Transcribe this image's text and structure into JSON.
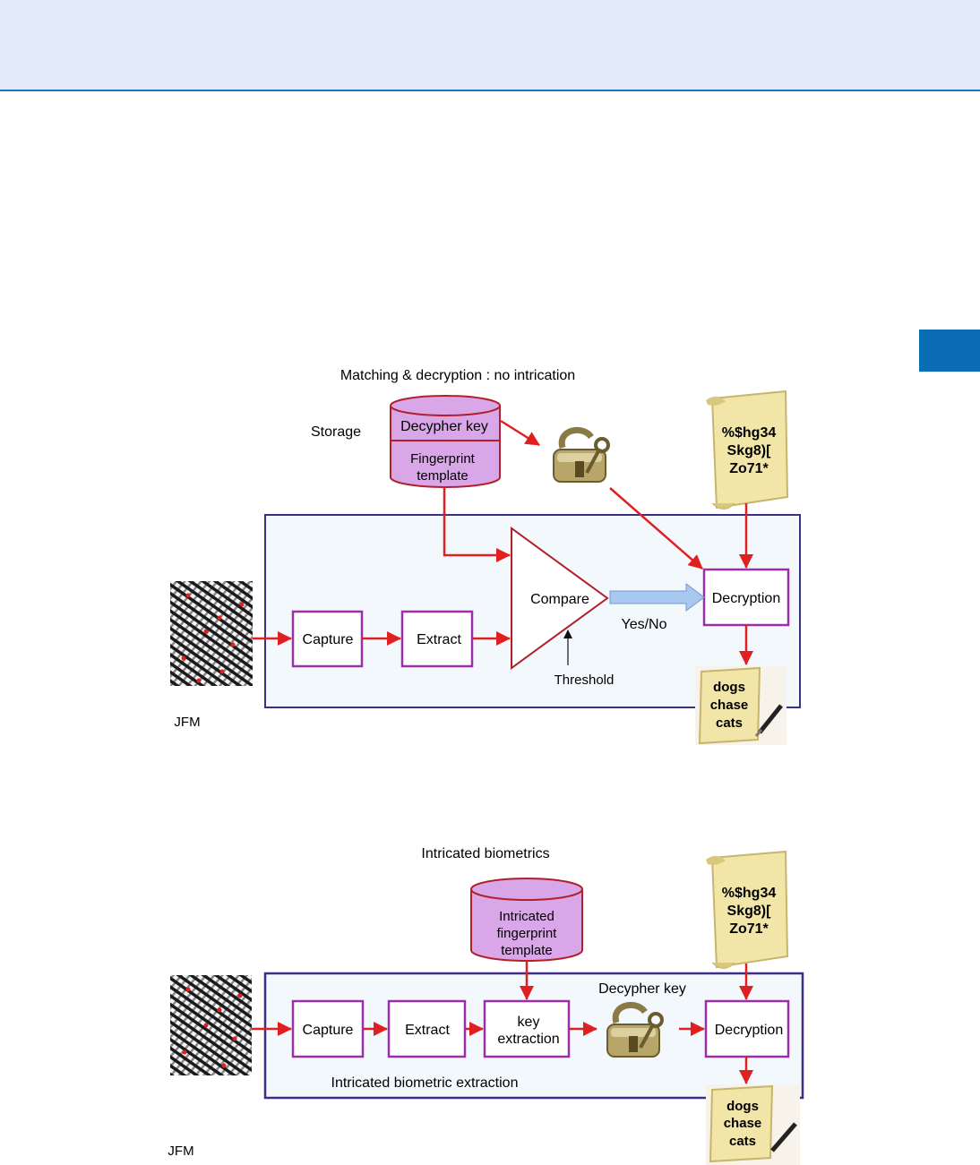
{
  "diagram1": {
    "title": "Matching & decryption : no intrication",
    "storage_label": "Storage",
    "db_top": "Decypher key",
    "db_bottom_line1": "Fingerprint",
    "db_bottom_line2": "template",
    "capture": "Capture",
    "extract": "Extract",
    "compare": "Compare",
    "threshold": "Threshold",
    "yesno": "Yes/No",
    "decryption": "Decryption",
    "cipher_lines": [
      "%$hg34",
      "Skg8)[",
      "Zo71*"
    ],
    "plain_lines": [
      "dogs",
      "chase",
      "cats"
    ],
    "credit": "JFM"
  },
  "diagram2": {
    "title": "Intricated biometrics",
    "db_line1": "Intricated",
    "db_line2": "fingerprint",
    "db_line3": "template",
    "capture": "Capture",
    "extract": "Extract",
    "key_line1": "key",
    "key_line2": "extraction",
    "decypher_key": "Decypher key",
    "decryption": "Decryption",
    "extraction_label": "Intricated biometric extraction",
    "cipher_lines": [
      "%$hg34",
      "Skg8)[",
      "Zo71*"
    ],
    "plain_lines": [
      "dogs",
      "chase",
      "cats"
    ],
    "credit": "JFM"
  },
  "colors": {
    "arrow": "#e02020",
    "box_border": "#9b2fa8",
    "frame": "#3b2f86",
    "frame_fill": "#f3f8fd",
    "db_fill": "#d9a6e8",
    "db_stroke": "#b0202a",
    "compare_stroke": "#b0202a",
    "blue_arrow": "#a9c8ef",
    "parchment": "#f2e5a8"
  }
}
